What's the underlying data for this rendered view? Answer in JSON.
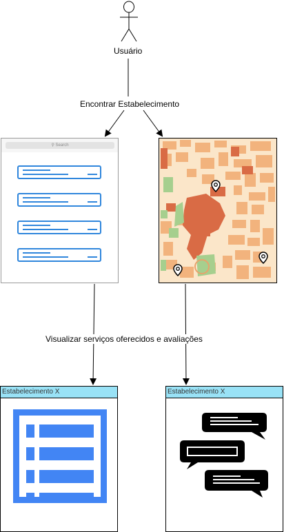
{
  "actor": {
    "name": "Usuário"
  },
  "edges": {
    "find": "Encontrar Estabelecimento",
    "view": "Visualizar serviços oferecidos e avaliações"
  },
  "list_screen": {
    "search_placeholder": "Search",
    "items": 4
  },
  "detail_left": {
    "title": "Estabelecimento X"
  },
  "detail_right": {
    "title": "Estabelecimento X"
  },
  "colors": {
    "header": "#99e2f6",
    "list_blue": "#2f86dc",
    "icon_blue": "#4285f4",
    "map_orange": "#d96b45"
  }
}
